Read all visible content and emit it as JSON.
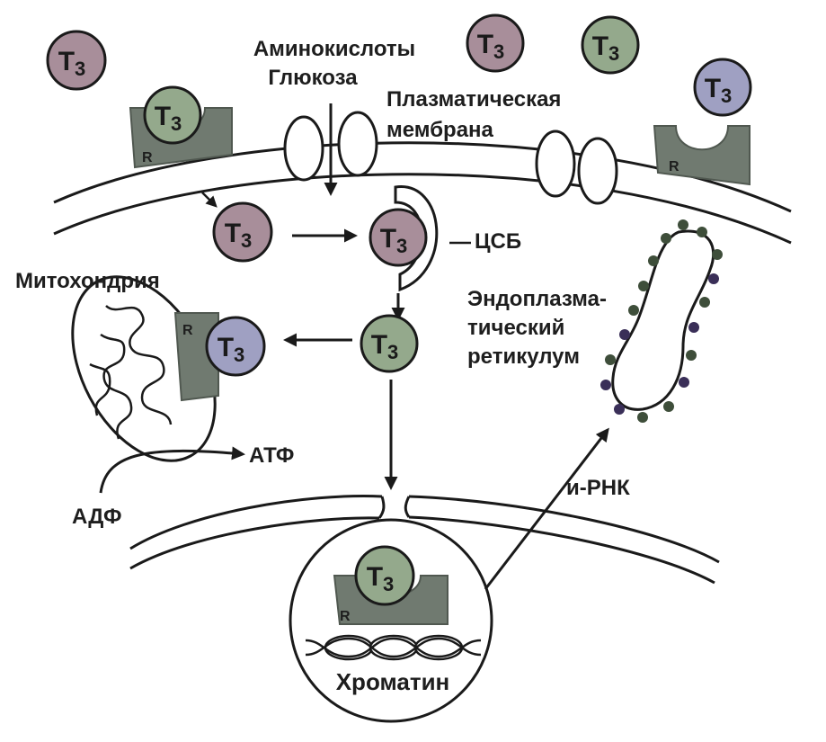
{
  "labels": {
    "amino_acids": "Аминокислоты",
    "glucose": "Глюкоза",
    "plasma_membrane_line1": "Плазматическая",
    "plasma_membrane_line2": "мембрана",
    "csb": "ЦСБ",
    "mitochondria": "Митохондрия",
    "er_line1": "Эндоплазма-",
    "er_line2": "тический",
    "er_line3": "ретикулум",
    "atp": "АТФ",
    "adp": "АДФ",
    "mrna": "и-РНК",
    "chromatin": "Хроматин"
  },
  "hormone": {
    "main": "Т",
    "sub": "3"
  },
  "receptor_letter": "R",
  "colors": {
    "t3_pink": "#a88e9a",
    "t3_green": "#94a98c",
    "t3_blue": "#9fa0c2",
    "receptor": "#707a70",
    "ribosome": "#3e4e3a",
    "ribosome_alt": "#3a2f58",
    "line": "#1a1a1a"
  }
}
